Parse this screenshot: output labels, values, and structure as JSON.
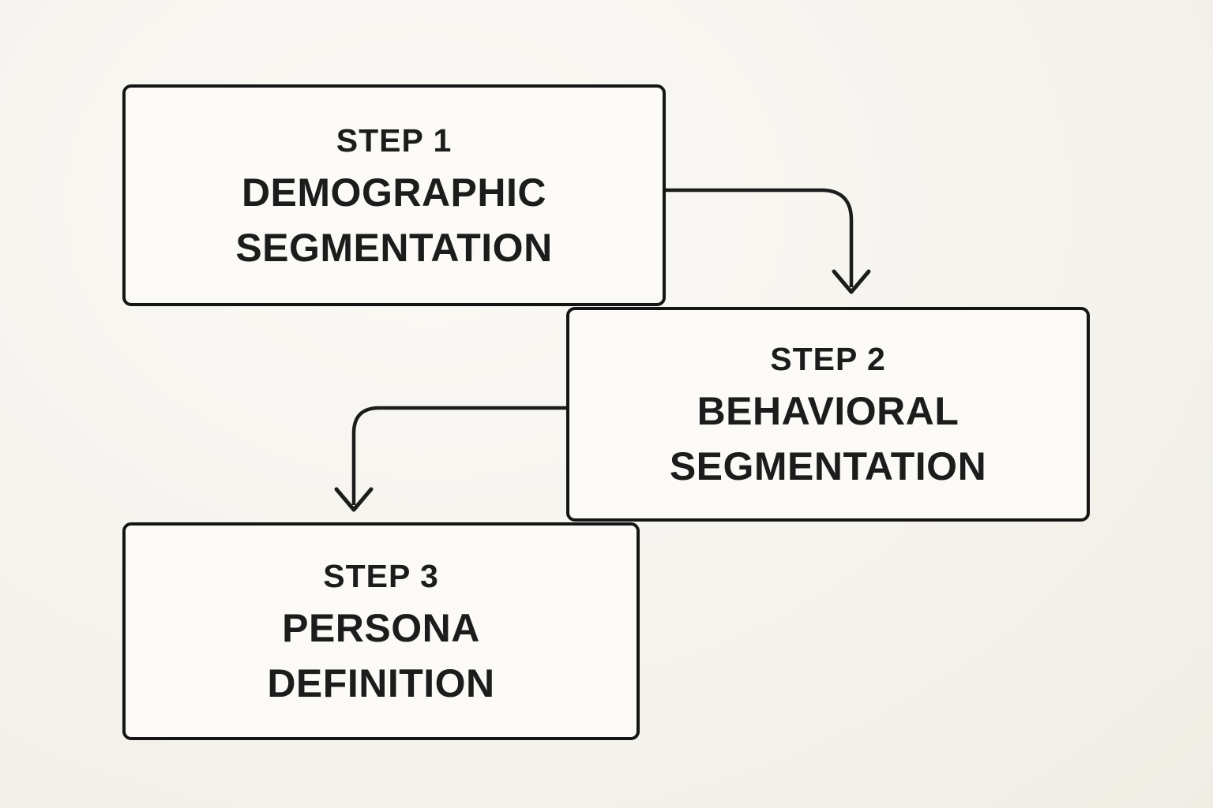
{
  "diagram": {
    "type": "flowchart",
    "nodes": [
      {
        "id": "step-1",
        "step": "STEP 1",
        "line1": "DEMOGRAPHIC",
        "line2": "SEGMENTATION"
      },
      {
        "id": "step-2",
        "step": "STEP 2",
        "line1": "BEHAVIORAL",
        "line2": "SEGMENTATION"
      },
      {
        "id": "step-3",
        "step": "STEP 3",
        "line1": "PERSONA",
        "line2": "DEFINITION"
      }
    ],
    "edges": [
      {
        "from": "step-1",
        "to": "step-2",
        "style": "elbow-right-down"
      },
      {
        "from": "step-2",
        "to": "step-3",
        "style": "elbow-left-down"
      }
    ],
    "colors": {
      "background": "#f5f3ee",
      "background_light": "#faf9f5",
      "background_dark": "#f0ede5",
      "node_fill": "#fbfaf6",
      "node_border": "#151515",
      "text": "#1c1c1c",
      "arrow": "#1c1c1c"
    }
  }
}
